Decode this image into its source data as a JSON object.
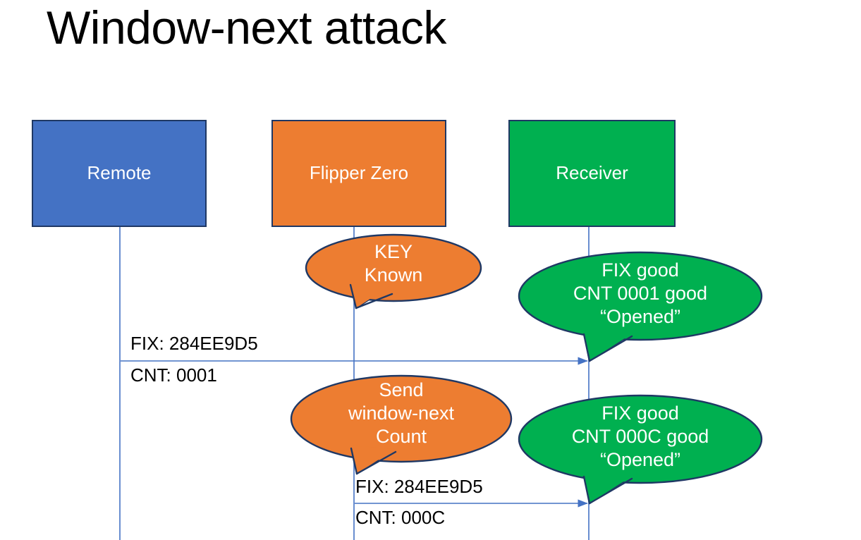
{
  "slide": {
    "title": "Window-next attack",
    "background_color": "#FFFFFF"
  },
  "colors": {
    "remote_fill": "#4472C4",
    "flipper_fill": "#ED7D31",
    "receiver_fill": "#00B050",
    "shape_outline": "#1F3864",
    "lifeline": "#4472C4",
    "arrow": "#4472C4",
    "text_on_shape": "#FFFFFF",
    "label_text": "#000000"
  },
  "actors": [
    {
      "id": "remote",
      "label": "Remote",
      "fill": "#4472C4"
    },
    {
      "id": "flipper",
      "label": "Flipper Zero",
      "fill": "#ED7D31"
    },
    {
      "id": "receiver",
      "label": "Receiver",
      "fill": "#00B050"
    }
  ],
  "callouts": [
    {
      "id": "key-known",
      "owner": "flipper",
      "fill": "#ED7D31",
      "lines": [
        "KEY",
        "Known"
      ]
    },
    {
      "id": "receiver-ack-1",
      "owner": "receiver",
      "fill": "#00B050",
      "lines": [
        "FIX good",
        "CNT 0001 good",
        "“Opened”"
      ]
    },
    {
      "id": "send-window-next",
      "owner": "flipper",
      "fill": "#ED7D31",
      "lines": [
        "Send",
        "window-next",
        "Count"
      ]
    },
    {
      "id": "receiver-ack-2",
      "owner": "receiver",
      "fill": "#00B050",
      "lines": [
        "FIX good",
        "CNT 000C good",
        "“Opened”"
      ]
    }
  ],
  "messages": [
    {
      "id": "msg-remote-to-receiver",
      "from": "remote",
      "to": "receiver",
      "label_above": "FIX: 284EE9D5",
      "label_below": "CNT: 0001"
    },
    {
      "id": "msg-flipper-to-receiver",
      "from": "flipper",
      "to": "receiver",
      "label_above": "FIX: 284EE9D5",
      "label_below": "CNT: 000C"
    }
  ]
}
